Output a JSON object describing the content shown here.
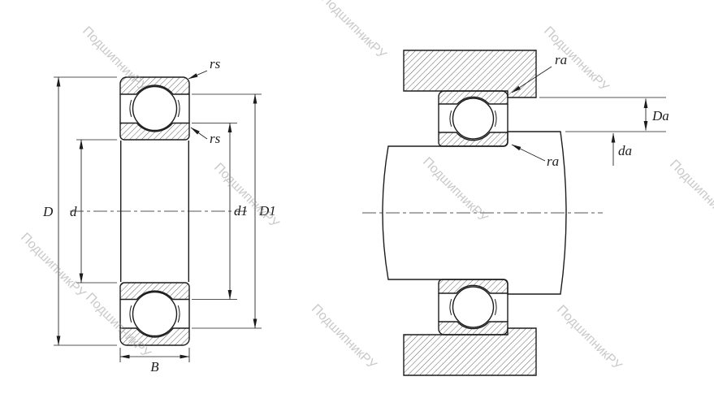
{
  "figure": {
    "background": "#ffffff",
    "line_color": "#1c1c1c",
    "watermark_color": "#9e9e9e",
    "watermark_text": "ПодшипникРУ"
  },
  "left_view": {
    "labels": {
      "rs_outer": "rs",
      "rs_inner": "rs",
      "outer_diameter": "D",
      "bore_diameter": "d",
      "inner_ring_land_diameter": "d1",
      "outer_ring_land_diameter": "D1",
      "width": "B"
    }
  },
  "right_view": {
    "labels": {
      "ra_housing": "ra",
      "ra_shaft": "ra",
      "housing_abutment_diameter": "Da",
      "shaft_abutment_diameter": "da"
    }
  }
}
